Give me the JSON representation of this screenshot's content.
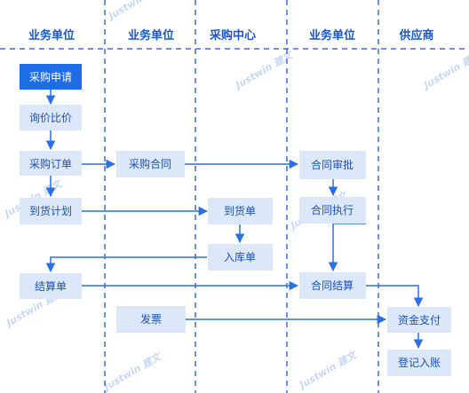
{
  "lanes": [
    {
      "title": "业务单位"
    },
    {
      "title": "业务单位"
    },
    {
      "title": "采购中心"
    },
    {
      "title": "业务单位"
    },
    {
      "title": "供应商"
    }
  ],
  "nodes": {
    "purchase_request": "采购申请",
    "inquiry": "询价比价",
    "purchase_order": "采购订单",
    "arrival_plan": "到货计划",
    "settlement": "结算单",
    "purchase_contract": "采购合同",
    "invoice": "发票",
    "arrival_note": "到货单",
    "warehouse_receipt": "入库单",
    "contract_approval": "合同审批",
    "contract_execution": "合同执行",
    "contract_settlement": "合同结算",
    "payment": "资金支付",
    "bookkeeping": "登记入账"
  },
  "watermark": "Justwin 建文",
  "colors": {
    "accent": "#2b6fe0",
    "box_fill": "#dce8fa",
    "active_fill": "#1f6de6",
    "divider": "#3a6fd6"
  }
}
